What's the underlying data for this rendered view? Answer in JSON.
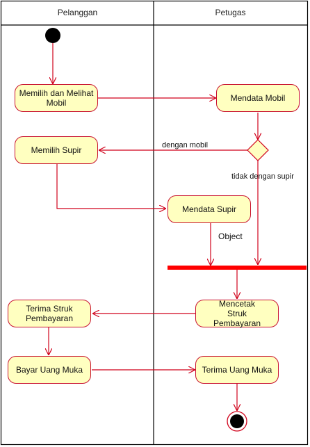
{
  "lanes": {
    "left": "Pelanggan",
    "right": "Petugas"
  },
  "actions": {
    "memilih_melihat": "Memilih dan Melihat Mobil",
    "mendata_mobil": "Mendata Mobil",
    "memilih_supir": "Memilih Supir",
    "mendata_supir": "Mendata Supir",
    "terima_struk": "Terima Struk Pembayaran",
    "mencetak_struk": "Mencetak Struk Pembayaran",
    "bayar_uang_muka": "Bayar Uang Muka",
    "terima_uang_muka": "Terima Uang Muka"
  },
  "labels": {
    "dengan_mobil": "dengan mobil",
    "tidak_dengan_supir": "tidak dengan supir",
    "object": "Object"
  },
  "colors": {
    "line": "#d0021b",
    "fill": "#ffffc0",
    "node_black": "#000000"
  }
}
